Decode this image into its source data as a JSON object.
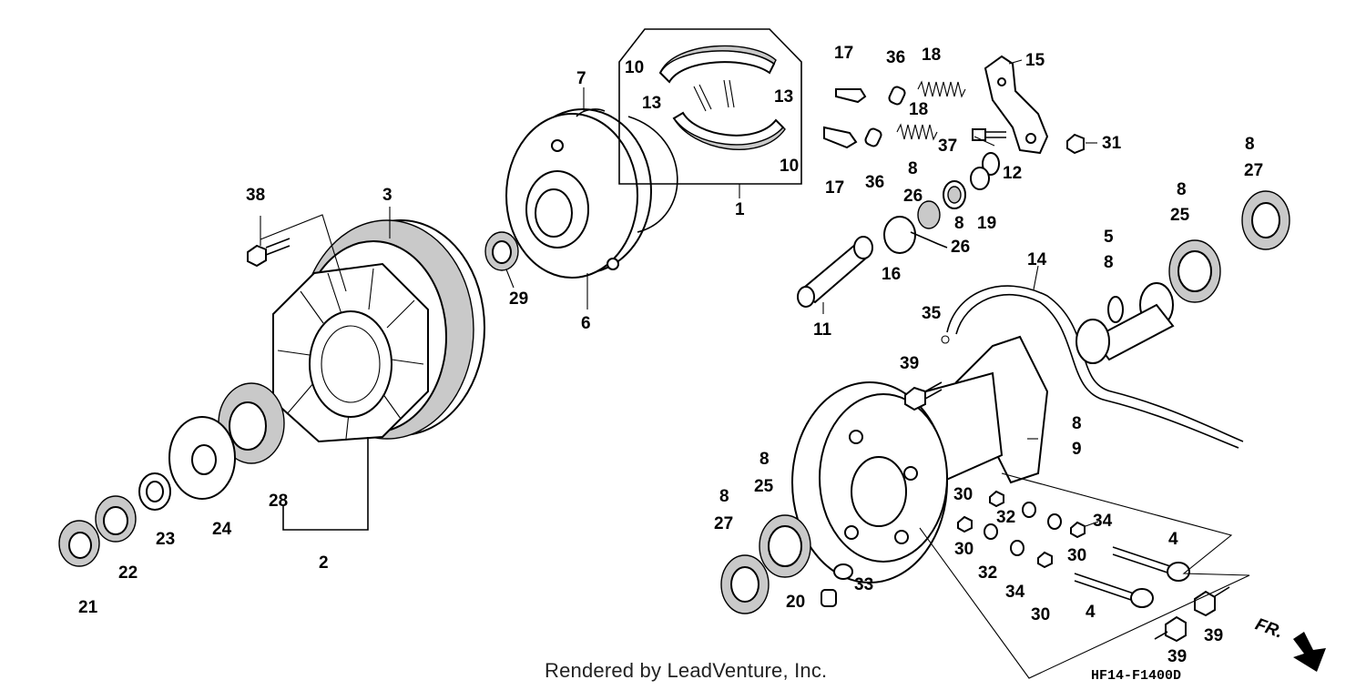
{
  "diagram": {
    "callouts": [
      {
        "id": "c1",
        "text": "1"
      },
      {
        "id": "c2",
        "text": "2"
      },
      {
        "id": "c3",
        "text": "3"
      },
      {
        "id": "c4a",
        "text": "4"
      },
      {
        "id": "c4b",
        "text": "4"
      },
      {
        "id": "c5",
        "text": "5"
      },
      {
        "id": "c6",
        "text": "6"
      },
      {
        "id": "c7",
        "text": "7"
      },
      {
        "id": "c8a",
        "text": "8"
      },
      {
        "id": "c8b",
        "text": "8"
      },
      {
        "id": "c8c",
        "text": "8"
      },
      {
        "id": "c8d",
        "text": "8"
      },
      {
        "id": "c8e",
        "text": "8"
      },
      {
        "id": "c8f",
        "text": "8"
      },
      {
        "id": "c8g",
        "text": "8"
      },
      {
        "id": "c8h",
        "text": "8"
      },
      {
        "id": "c8i",
        "text": "8"
      },
      {
        "id": "c9",
        "text": "9"
      },
      {
        "id": "c10a",
        "text": "10"
      },
      {
        "id": "c10b",
        "text": "10"
      },
      {
        "id": "c11",
        "text": "11"
      },
      {
        "id": "c12",
        "text": "12"
      },
      {
        "id": "c13a",
        "text": "13"
      },
      {
        "id": "c13b",
        "text": "13"
      },
      {
        "id": "c14",
        "text": "14"
      },
      {
        "id": "c15",
        "text": "15"
      },
      {
        "id": "c16",
        "text": "16"
      },
      {
        "id": "c17a",
        "text": "17"
      },
      {
        "id": "c17b",
        "text": "17"
      },
      {
        "id": "c18a",
        "text": "18"
      },
      {
        "id": "c18b",
        "text": "18"
      },
      {
        "id": "c19",
        "text": "19"
      },
      {
        "id": "c20",
        "text": "20"
      },
      {
        "id": "c21",
        "text": "21"
      },
      {
        "id": "c22",
        "text": "22"
      },
      {
        "id": "c23",
        "text": "23"
      },
      {
        "id": "c24",
        "text": "24"
      },
      {
        "id": "c25a",
        "text": "25"
      },
      {
        "id": "c25b",
        "text": "25"
      },
      {
        "id": "c26a",
        "text": "26"
      },
      {
        "id": "c26b",
        "text": "26"
      },
      {
        "id": "c27a",
        "text": "27"
      },
      {
        "id": "c27b",
        "text": "27"
      },
      {
        "id": "c28",
        "text": "28"
      },
      {
        "id": "c29",
        "text": "29"
      },
      {
        "id": "c30a",
        "text": "30"
      },
      {
        "id": "c30b",
        "text": "30"
      },
      {
        "id": "c30c",
        "text": "30"
      },
      {
        "id": "c30d",
        "text": "30"
      },
      {
        "id": "c31",
        "text": "31"
      },
      {
        "id": "c32a",
        "text": "32"
      },
      {
        "id": "c32b",
        "text": "32"
      },
      {
        "id": "c33",
        "text": "33"
      },
      {
        "id": "c34a",
        "text": "34"
      },
      {
        "id": "c34b",
        "text": "34"
      },
      {
        "id": "c35",
        "text": "35"
      },
      {
        "id": "c36a",
        "text": "36"
      },
      {
        "id": "c36b",
        "text": "36"
      },
      {
        "id": "c37",
        "text": "37"
      },
      {
        "id": "c38",
        "text": "38"
      },
      {
        "id": "c39a",
        "text": "39"
      },
      {
        "id": "c39b",
        "text": "39"
      },
      {
        "id": "c39c",
        "text": "39"
      }
    ],
    "credit": "Rendered by LeadVenture, Inc.",
    "diagram_code": "HF14-F1400D",
    "direction_label": "FR."
  }
}
